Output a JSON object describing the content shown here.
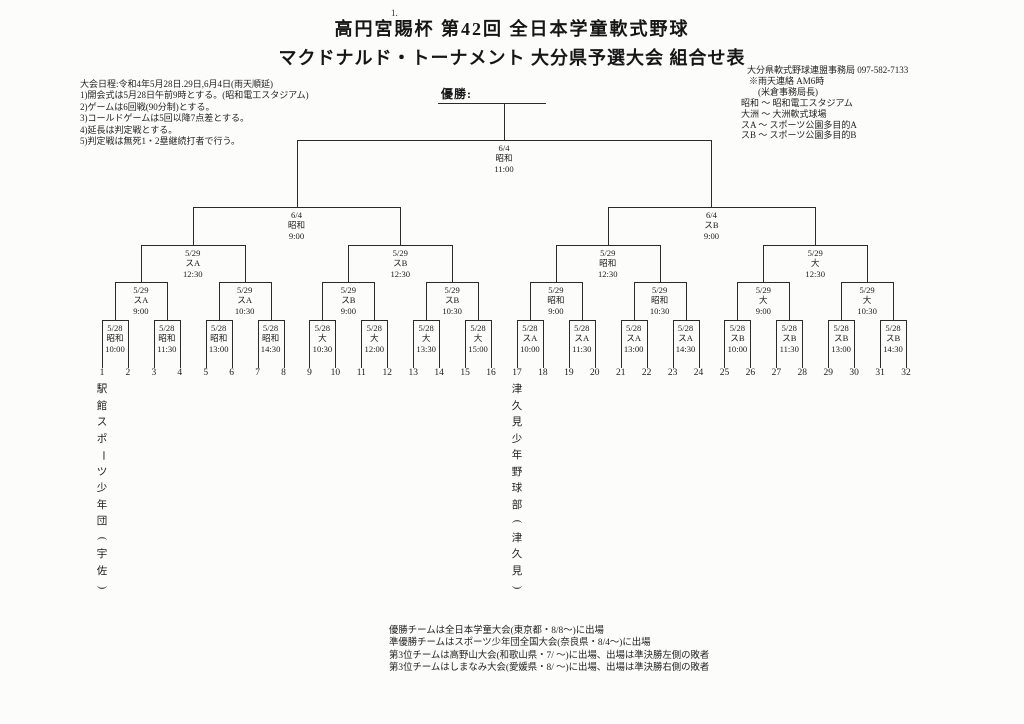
{
  "page": {
    "title_line1": "高円宮賜杯 第42回 全日本学童軟式野球",
    "title_line2": "マクドナルド・トーナメント 大分県予選大会 組合せ表",
    "artifact_top": "1."
  },
  "schedule_notes": {
    "heading": "大会日程:令和4年5月28日.29日,6月4日(雨天順延)",
    "items": [
      "1)開会式は5月28日午前9時とする。(昭和電工スタジアム)",
      "2)ゲームは6回戦(90分制)とする。",
      "3)コールドゲームは5回以降7点差とする。",
      "4)延長は判定戦とする。",
      "5)判定戦は無死1・2塁継続打者で行う。"
    ]
  },
  "contact": {
    "office": "大分県軟式野球連盟事務局 097-582-7133",
    "rain_notice": "※雨天連絡 AM6時",
    "rain_notice2": "(米倉事務局長)",
    "venue_legend": [
      "昭和 ～ 昭和電工スタジアム",
      "大洲 ～ 大洲軟式球場",
      "スA ～ スポーツ公園多目的A",
      "スB ～ スポーツ公園多目的B"
    ]
  },
  "bracket": {
    "champion_label": "優勝:",
    "final": {
      "date": "6/4",
      "venue": "昭和",
      "time": "11:00"
    },
    "semifinals": [
      {
        "date": "6/4",
        "venue": "昭和",
        "time": "9:00"
      },
      {
        "date": "6/4",
        "venue": "スB",
        "time": "9:00"
      }
    ],
    "quarterfinals": [
      {
        "date": "5/29",
        "venue": "スA",
        "time": "12:30"
      },
      {
        "date": "5/29",
        "venue": "スB",
        "time": "12:30"
      },
      {
        "date": "5/29",
        "venue": "昭和",
        "time": "12:30"
      },
      {
        "date": "5/29",
        "venue": "大",
        "time": "12:30"
      }
    ],
    "round2": [
      {
        "date": "5/29",
        "venue": "スA",
        "time": "9:00"
      },
      {
        "date": "5/29",
        "venue": "スA",
        "time": "10:30"
      },
      {
        "date": "5/29",
        "venue": "スB",
        "time": "9:00"
      },
      {
        "date": "5/29",
        "venue": "スB",
        "time": "10:30"
      },
      {
        "date": "5/29",
        "venue": "昭和",
        "time": "9:00"
      },
      {
        "date": "5/29",
        "venue": "昭和",
        "time": "10:30"
      },
      {
        "date": "5/29",
        "venue": "大",
        "time": "9:00"
      },
      {
        "date": "5/29",
        "venue": "大",
        "time": "10:30"
      }
    ],
    "round1": [
      {
        "date": "5/28",
        "venue": "昭和",
        "time": "10:00"
      },
      {
        "date": "5/28",
        "venue": "昭和",
        "time": "11:30"
      },
      {
        "date": "5/28",
        "venue": "昭和",
        "time": "13:00"
      },
      {
        "date": "5/28",
        "venue": "昭和",
        "time": "14:30"
      },
      {
        "date": "5/28",
        "venue": "大",
        "time": "10:30"
      },
      {
        "date": "5/28",
        "venue": "大",
        "time": "12:00"
      },
      {
        "date": "5/28",
        "venue": "大",
        "time": "13:30"
      },
      {
        "date": "5/28",
        "venue": "大",
        "time": "15:00"
      },
      {
        "date": "5/28",
        "venue": "スA",
        "time": "10:00"
      },
      {
        "date": "5/28",
        "venue": "スA",
        "time": "11:30"
      },
      {
        "date": "5/28",
        "venue": "スA",
        "time": "13:00"
      },
      {
        "date": "5/28",
        "venue": "スA",
        "time": "14:30"
      },
      {
        "date": "5/28",
        "venue": "スB",
        "time": "10:00"
      },
      {
        "date": "5/28",
        "venue": "スB",
        "time": "11:30"
      },
      {
        "date": "5/28",
        "venue": "スB",
        "time": "13:00"
      },
      {
        "date": "5/28",
        "venue": "スB",
        "time": "14:30"
      }
    ],
    "slots": [
      "1",
      "2",
      "3",
      "4",
      "5",
      "6",
      "7",
      "8",
      "9",
      "10",
      "11",
      "12",
      "13",
      "14",
      "15",
      "16",
      "17",
      "18",
      "19",
      "20",
      "21",
      "22",
      "23",
      "24",
      "25",
      "26",
      "27",
      "28",
      "29",
      "30",
      "31",
      "32"
    ],
    "teams": [
      {
        "slot": 1,
        "name": "駅館スポーツ少年団(宇佐)"
      },
      {
        "slot": 17,
        "name": "津久見少年野球部(津久見)"
      }
    ]
  },
  "footer_notes": [
    "優勝チームは全日本学童大会(東京都・8/8～)に出場",
    "準優勝チームはスポーツ少年団全国大会(奈良県・8/4～)に出場",
    "第3位チームは高野山大会(和歌山県・7/  ～)に出場、出場は準決勝左側の敗者",
    "第3位チームはしまなみ大会(愛媛県・8/  ～)に出場、出場は準決勝右側の敗者"
  ]
}
